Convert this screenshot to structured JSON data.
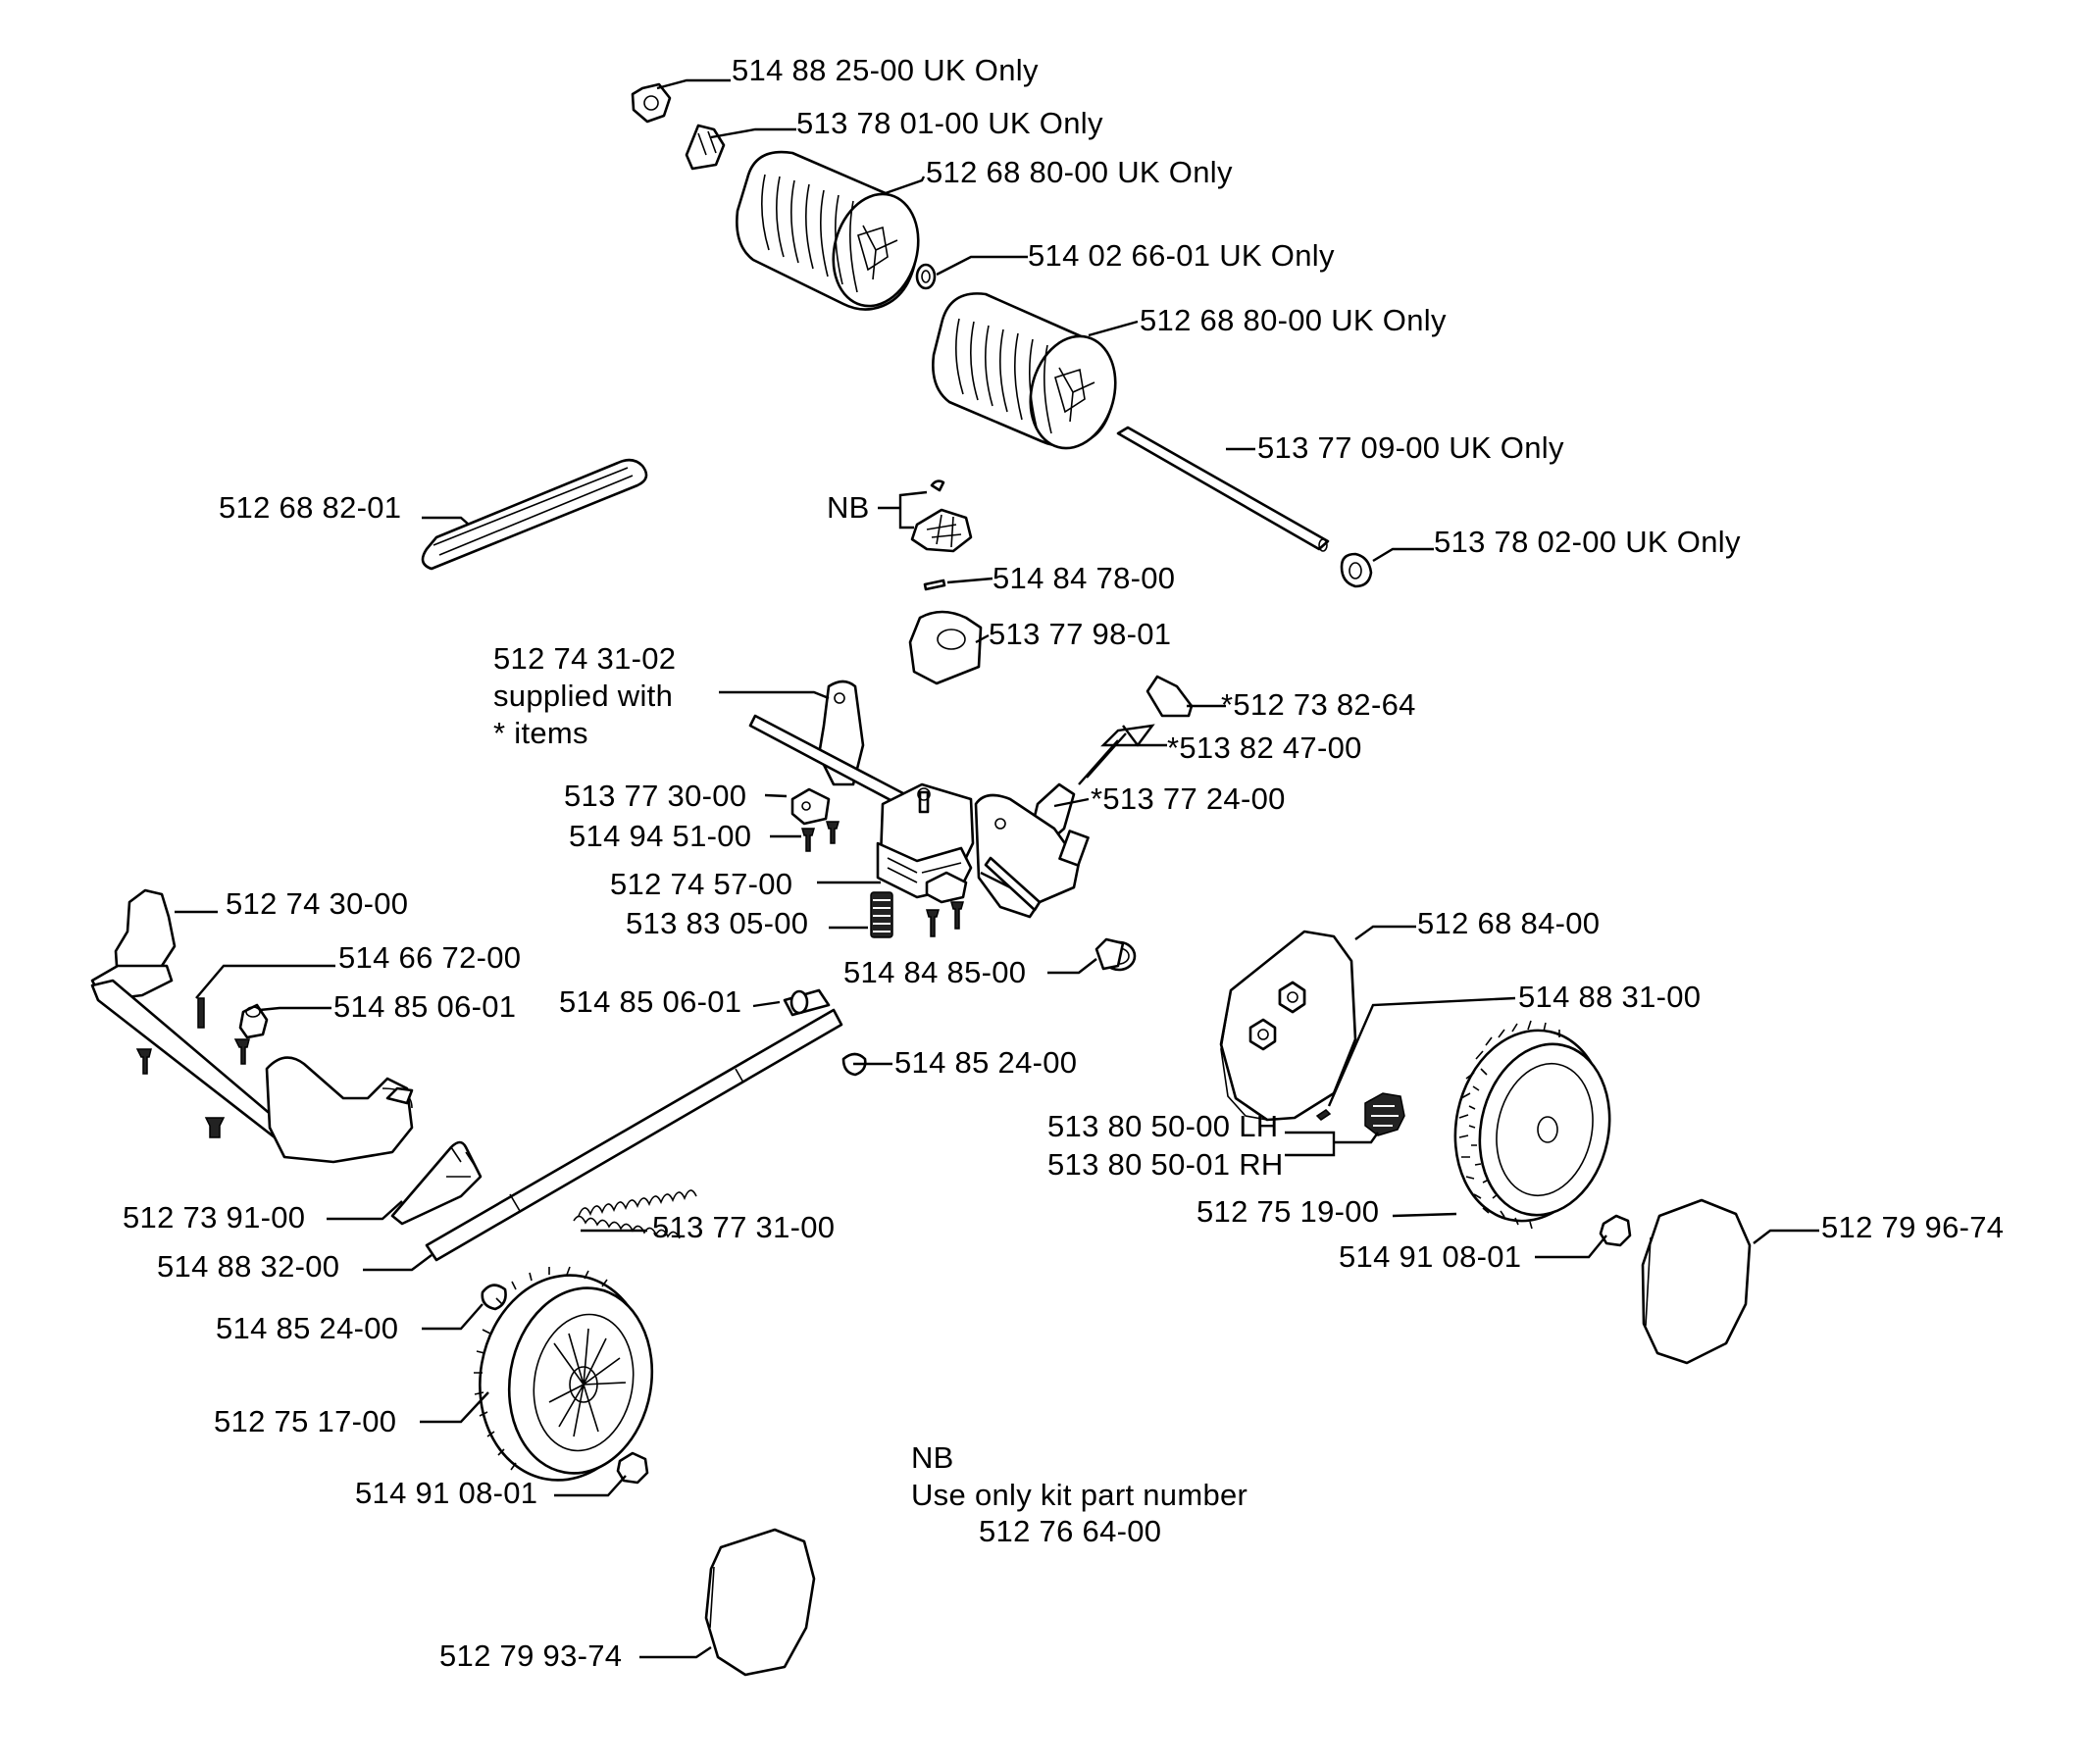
{
  "labels": {
    "l1": "514 88 25-00 UK Only",
    "l2": "513 78 01-00 UK Only",
    "l3": "512 68 80-00 UK Only",
    "l4": "514 02 66-01 UK Only",
    "l5": "512 68 80-00 UK Only",
    "l6": "513 77 09-00 UK Only",
    "l7": "513 78 02-00 UK Only",
    "l8": "512 68 82-01",
    "l9": "NB",
    "l10": "514 84 78-00",
    "l11": "513 77 98-01",
    "l12a": "512 74 31-02",
    "l12b": "supplied with",
    "l12c": "* items",
    "l13": "*512 73 82-64",
    "l14": "*513 82 47-00",
    "l15": "513 77 30-00",
    "l16": "*513 77 24-00",
    "l17": "514 94 51-00",
    "l18": "512 74 57-00",
    "l19": "513 83 05-00",
    "l20": "512 74 30-00",
    "l21": "514 84 85-00",
    "l22": "512 68 84-00",
    "l23": "514 66 72-00",
    "l24": "514 85 06-01",
    "l25": "514 85 06-01",
    "l26": "514 88 31-00",
    "l27": "514 85 24-00",
    "l28a": "513 80 50-00 LH",
    "l28b": "513 80 50-01 RH",
    "l29": "512 75 19-00",
    "l30": "512 73 91-00",
    "l31": "513 77 31-00",
    "l32": "512 79 96-74",
    "l33": "514 88 32-00",
    "l34": "514 91 08-01",
    "l35": "514 85 24-00",
    "l36": "512 75 17-00",
    "l37": "514 91 08-01",
    "l38": "512 79 93-74"
  },
  "note": {
    "line1": "NB",
    "line2": "Use only kit part number",
    "line3": "512 76 64-00"
  }
}
